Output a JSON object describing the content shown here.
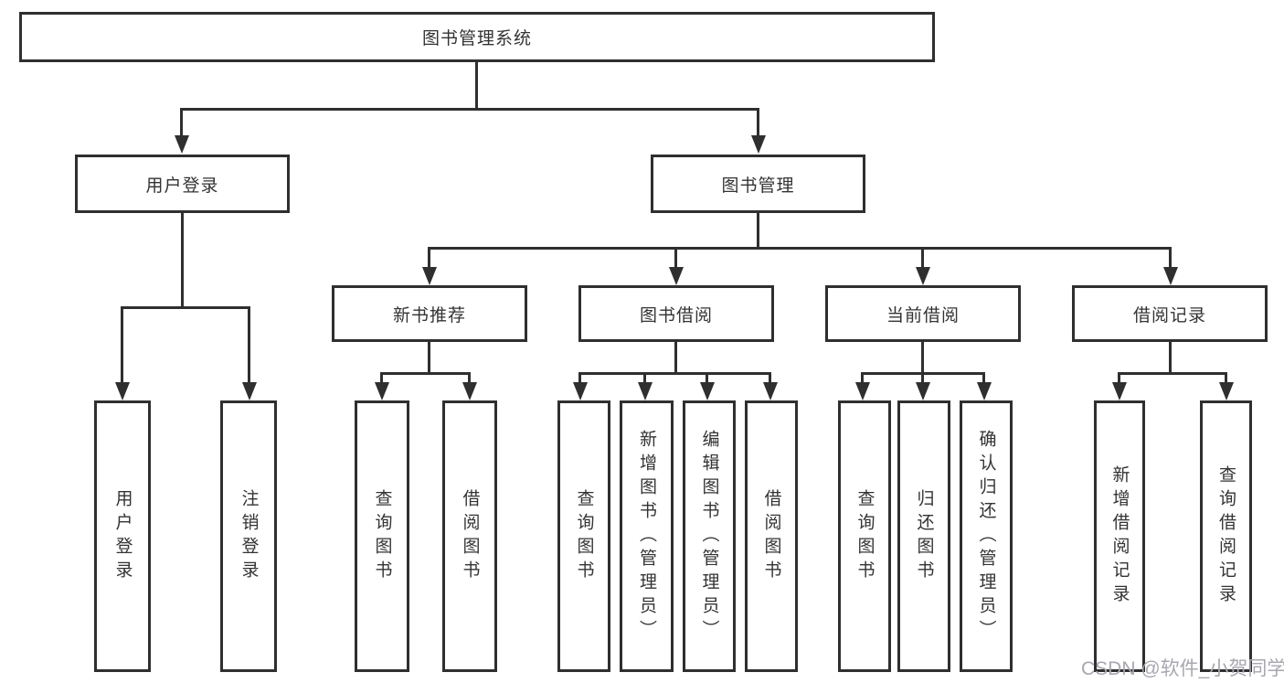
{
  "diagram": {
    "type": "tree",
    "root": {
      "label": "图书管理系统"
    },
    "level2": [
      {
        "label": "用户登录"
      },
      {
        "label": "图书管理"
      }
    ],
    "level3": [
      {
        "label": "新书推荐",
        "parent": "图书管理"
      },
      {
        "label": "图书借阅",
        "parent": "图书管理"
      },
      {
        "label": "当前借阅",
        "parent": "图书管理"
      },
      {
        "label": "借阅记录",
        "parent": "图书管理"
      }
    ],
    "leaves": [
      {
        "label": "用户登录",
        "parent": "用户登录"
      },
      {
        "label": "注销登录",
        "parent": "用户登录"
      },
      {
        "label": "查询图书",
        "parent": "新书推荐"
      },
      {
        "label": "借阅图书",
        "parent": "新书推荐"
      },
      {
        "label": "查询图书",
        "parent": "图书借阅"
      },
      {
        "label": "新增图书（管理员）",
        "parent": "图书借阅"
      },
      {
        "label": "编辑图书（管理员）",
        "parent": "图书借阅"
      },
      {
        "label": "借阅图书",
        "parent": "图书借阅"
      },
      {
        "label": "查询图书",
        "parent": "当前借阅"
      },
      {
        "label": "归还图书",
        "parent": "当前借阅"
      },
      {
        "label": "确认归还（管理员）",
        "parent": "当前借阅"
      },
      {
        "label": "新增借阅记录",
        "parent": "借阅记录"
      },
      {
        "label": "查询借阅记录",
        "parent": "借阅记录"
      }
    ]
  },
  "watermark": "CSDN @软件_小贺同学",
  "colors": {
    "line": "#2f2f2f",
    "text": "#333333",
    "watermark": "#a7a7b0",
    "background": "#ffffff"
  }
}
